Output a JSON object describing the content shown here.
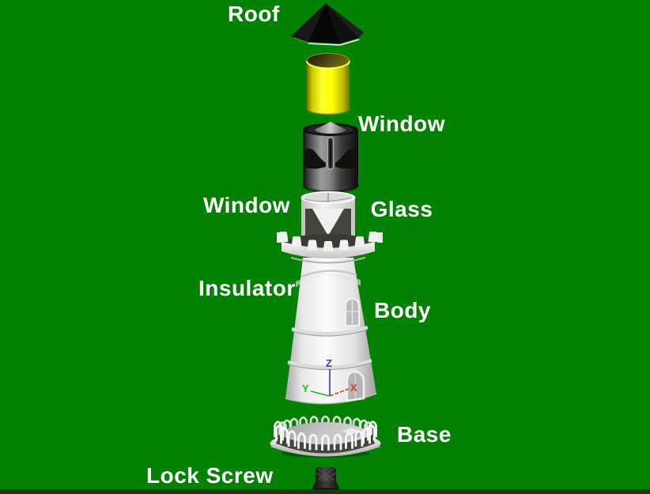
{
  "viewport": {
    "background_color": "#028103",
    "bottom_strip_color": "#0e3e0e"
  },
  "labels": {
    "roof": "Roof",
    "window_glass": {
      "line1": "Window",
      "line2": "Glass"
    },
    "window_insulator": {
      "line1": "Window",
      "line2": "Insulator"
    },
    "body": "Body",
    "base": "Base",
    "lock_screw": "Lock Screw"
  },
  "axis_triad": {
    "x_label": "X",
    "y_label": "Y",
    "z_label": "Z",
    "x_color": "#d04030",
    "y_color": "#14c114",
    "z_color": "#3232e0"
  },
  "parts": {
    "roof": {
      "color": "#0d0d0d"
    },
    "window_glass": {
      "color": "#ffff00"
    },
    "window_insulator": {
      "color": "#6a6a6a"
    },
    "body": {
      "color": "#f2f2f2"
    },
    "base": {
      "color": "#ededed"
    },
    "lock_screw": {
      "color": "#2b2b2b"
    }
  }
}
